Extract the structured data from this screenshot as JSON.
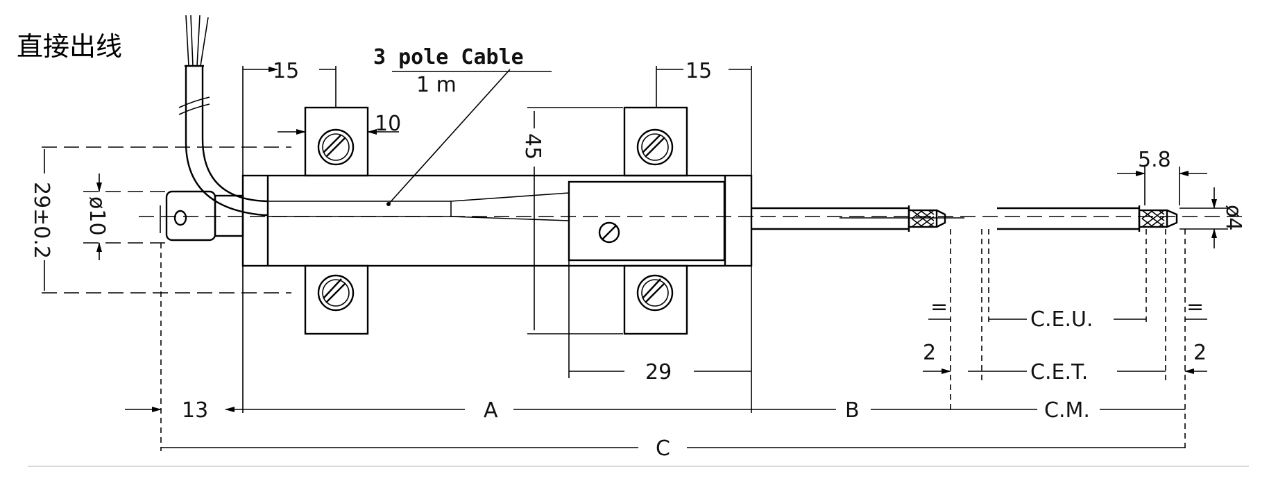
{
  "title": "直接出线",
  "cable": {
    "label": "3 pole Cable",
    "length": "1 m"
  },
  "dims": {
    "d15_left": "15",
    "d15_right": "15",
    "d10": "10",
    "d45": "45",
    "d29_height": "29±0.2",
    "dia10": "ø10",
    "d58": "5.8",
    "dia4": "ø4",
    "ceu": "C.E.U.",
    "cet": "C.E.T.",
    "cm": "C.M.",
    "d2_left": "2",
    "d2_right": "2",
    "d29_bottom": "29",
    "d13": "13",
    "a": "A",
    "b": "B",
    "c": "C",
    "eq_left": "=",
    "eq_right": "="
  }
}
